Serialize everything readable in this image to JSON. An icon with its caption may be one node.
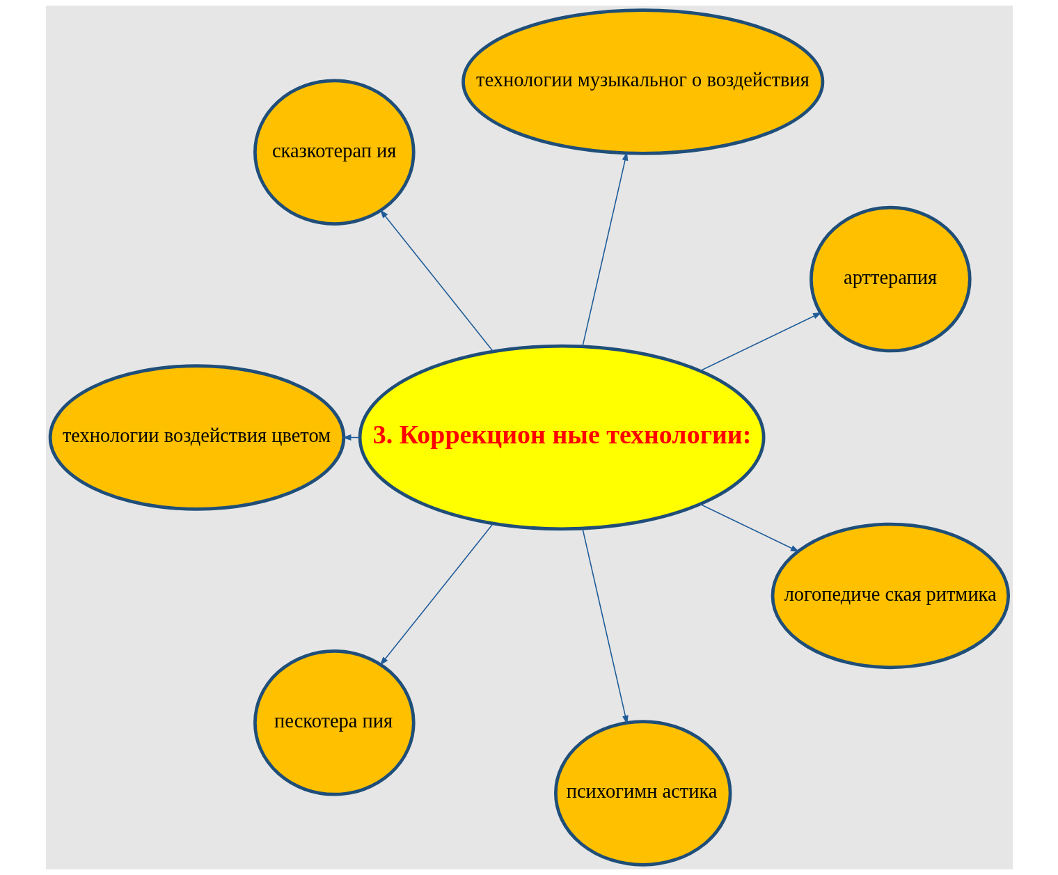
{
  "diagram": {
    "nodes": [
      {
        "text": [
          "арттерапия"
        ]
      },
      {
        "text": [
          "технологии музыкальног о воздействия"
        ]
      },
      {
        "text": [
          "сказкотерап ия"
        ]
      },
      {
        "text": [
          "3. Коррекцион ные технологии:"
        ]
      },
      {
        "text": [
          "технологии воздействия цветом"
        ]
      },
      {
        "text": [
          "пескотера пия"
        ]
      },
      {
        "text": [
          "психогимн астика"
        ]
      },
      {
        "text": [
          "логопедиче ская ритмика"
        ]
      }
    ],
    "edges": [
      {
        "from": 3,
        "to": 0,
        "arrow": "to"
      },
      {
        "from": 3,
        "to": 1,
        "arrow": "to"
      },
      {
        "from": 3,
        "to": 2,
        "arrow": "to"
      },
      {
        "from": 3,
        "to": 4,
        "arrow": "to"
      },
      {
        "from": 3,
        "to": 5,
        "arrow": "to"
      },
      {
        "from": 3,
        "to": 6,
        "arrow": "to"
      },
      {
        "from": 3,
        "to": 7,
        "arrow": "to"
      }
    ]
  }
}
